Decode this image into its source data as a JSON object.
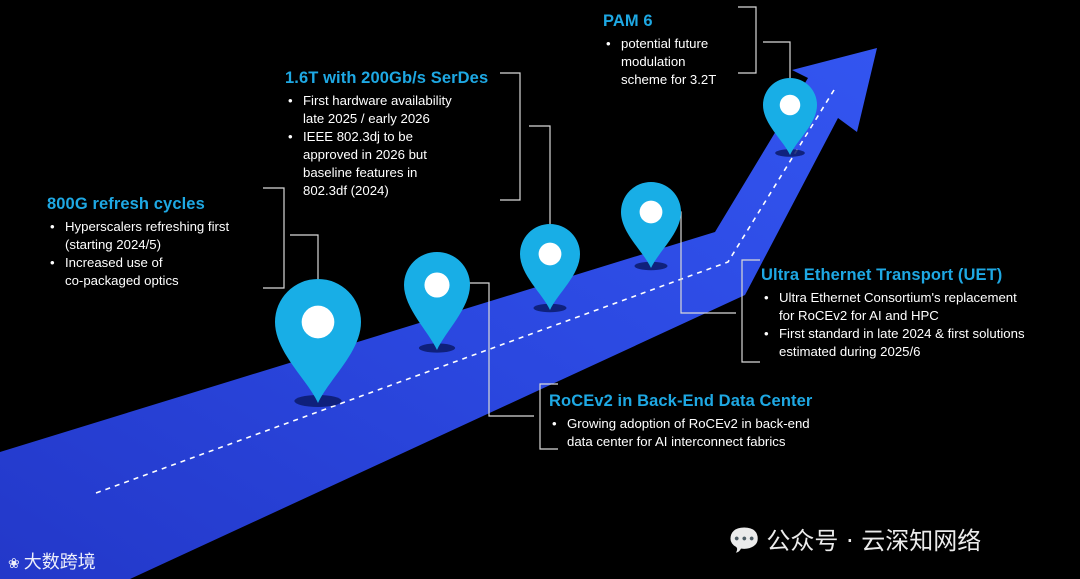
{
  "milestones": [
    {
      "title": "800G refresh cycles",
      "bullets": [
        "Hyperscalers refreshing first\n(starting 2024/5)",
        "Increased use of\nco-packaged optics"
      ]
    },
    {
      "title": "RoCEv2 in Back-End Data Center",
      "bullets": [
        "Growing adoption of RoCEv2 in back-end\ndata center for AI interconnect fabrics"
      ]
    },
    {
      "title": "1.6T with 200Gb/s SerDes",
      "bullets": [
        "First hardware availability\nlate 2025 / early 2026",
        "IEEE 802.3dj to be\napproved in 2026 but\nbaseline features in\n802.3df (2024)"
      ]
    },
    {
      "title": "Ultra Ethernet Transport (UET)",
      "bullets": [
        "Ultra Ethernet Consortium's replacement\nfor RoCEv2 for AI and HPC",
        "First standard in late 2024 & first solutions\nestimated during 2025/6"
      ]
    },
    {
      "title": "PAM 6",
      "bullets": [
        "potential future\nmodulation\nscheme for 3.2T"
      ]
    }
  ],
  "watermark": {
    "left_text": "大数跨境",
    "right_text": "公众号 · 云深知网络"
  },
  "colors": {
    "background": "#000000",
    "road": "#2b48e0",
    "road_edge": "#3a5cf0",
    "pin": "#18aee6",
    "title": "#1ea8e3",
    "bracket": "#d9d9d9"
  }
}
